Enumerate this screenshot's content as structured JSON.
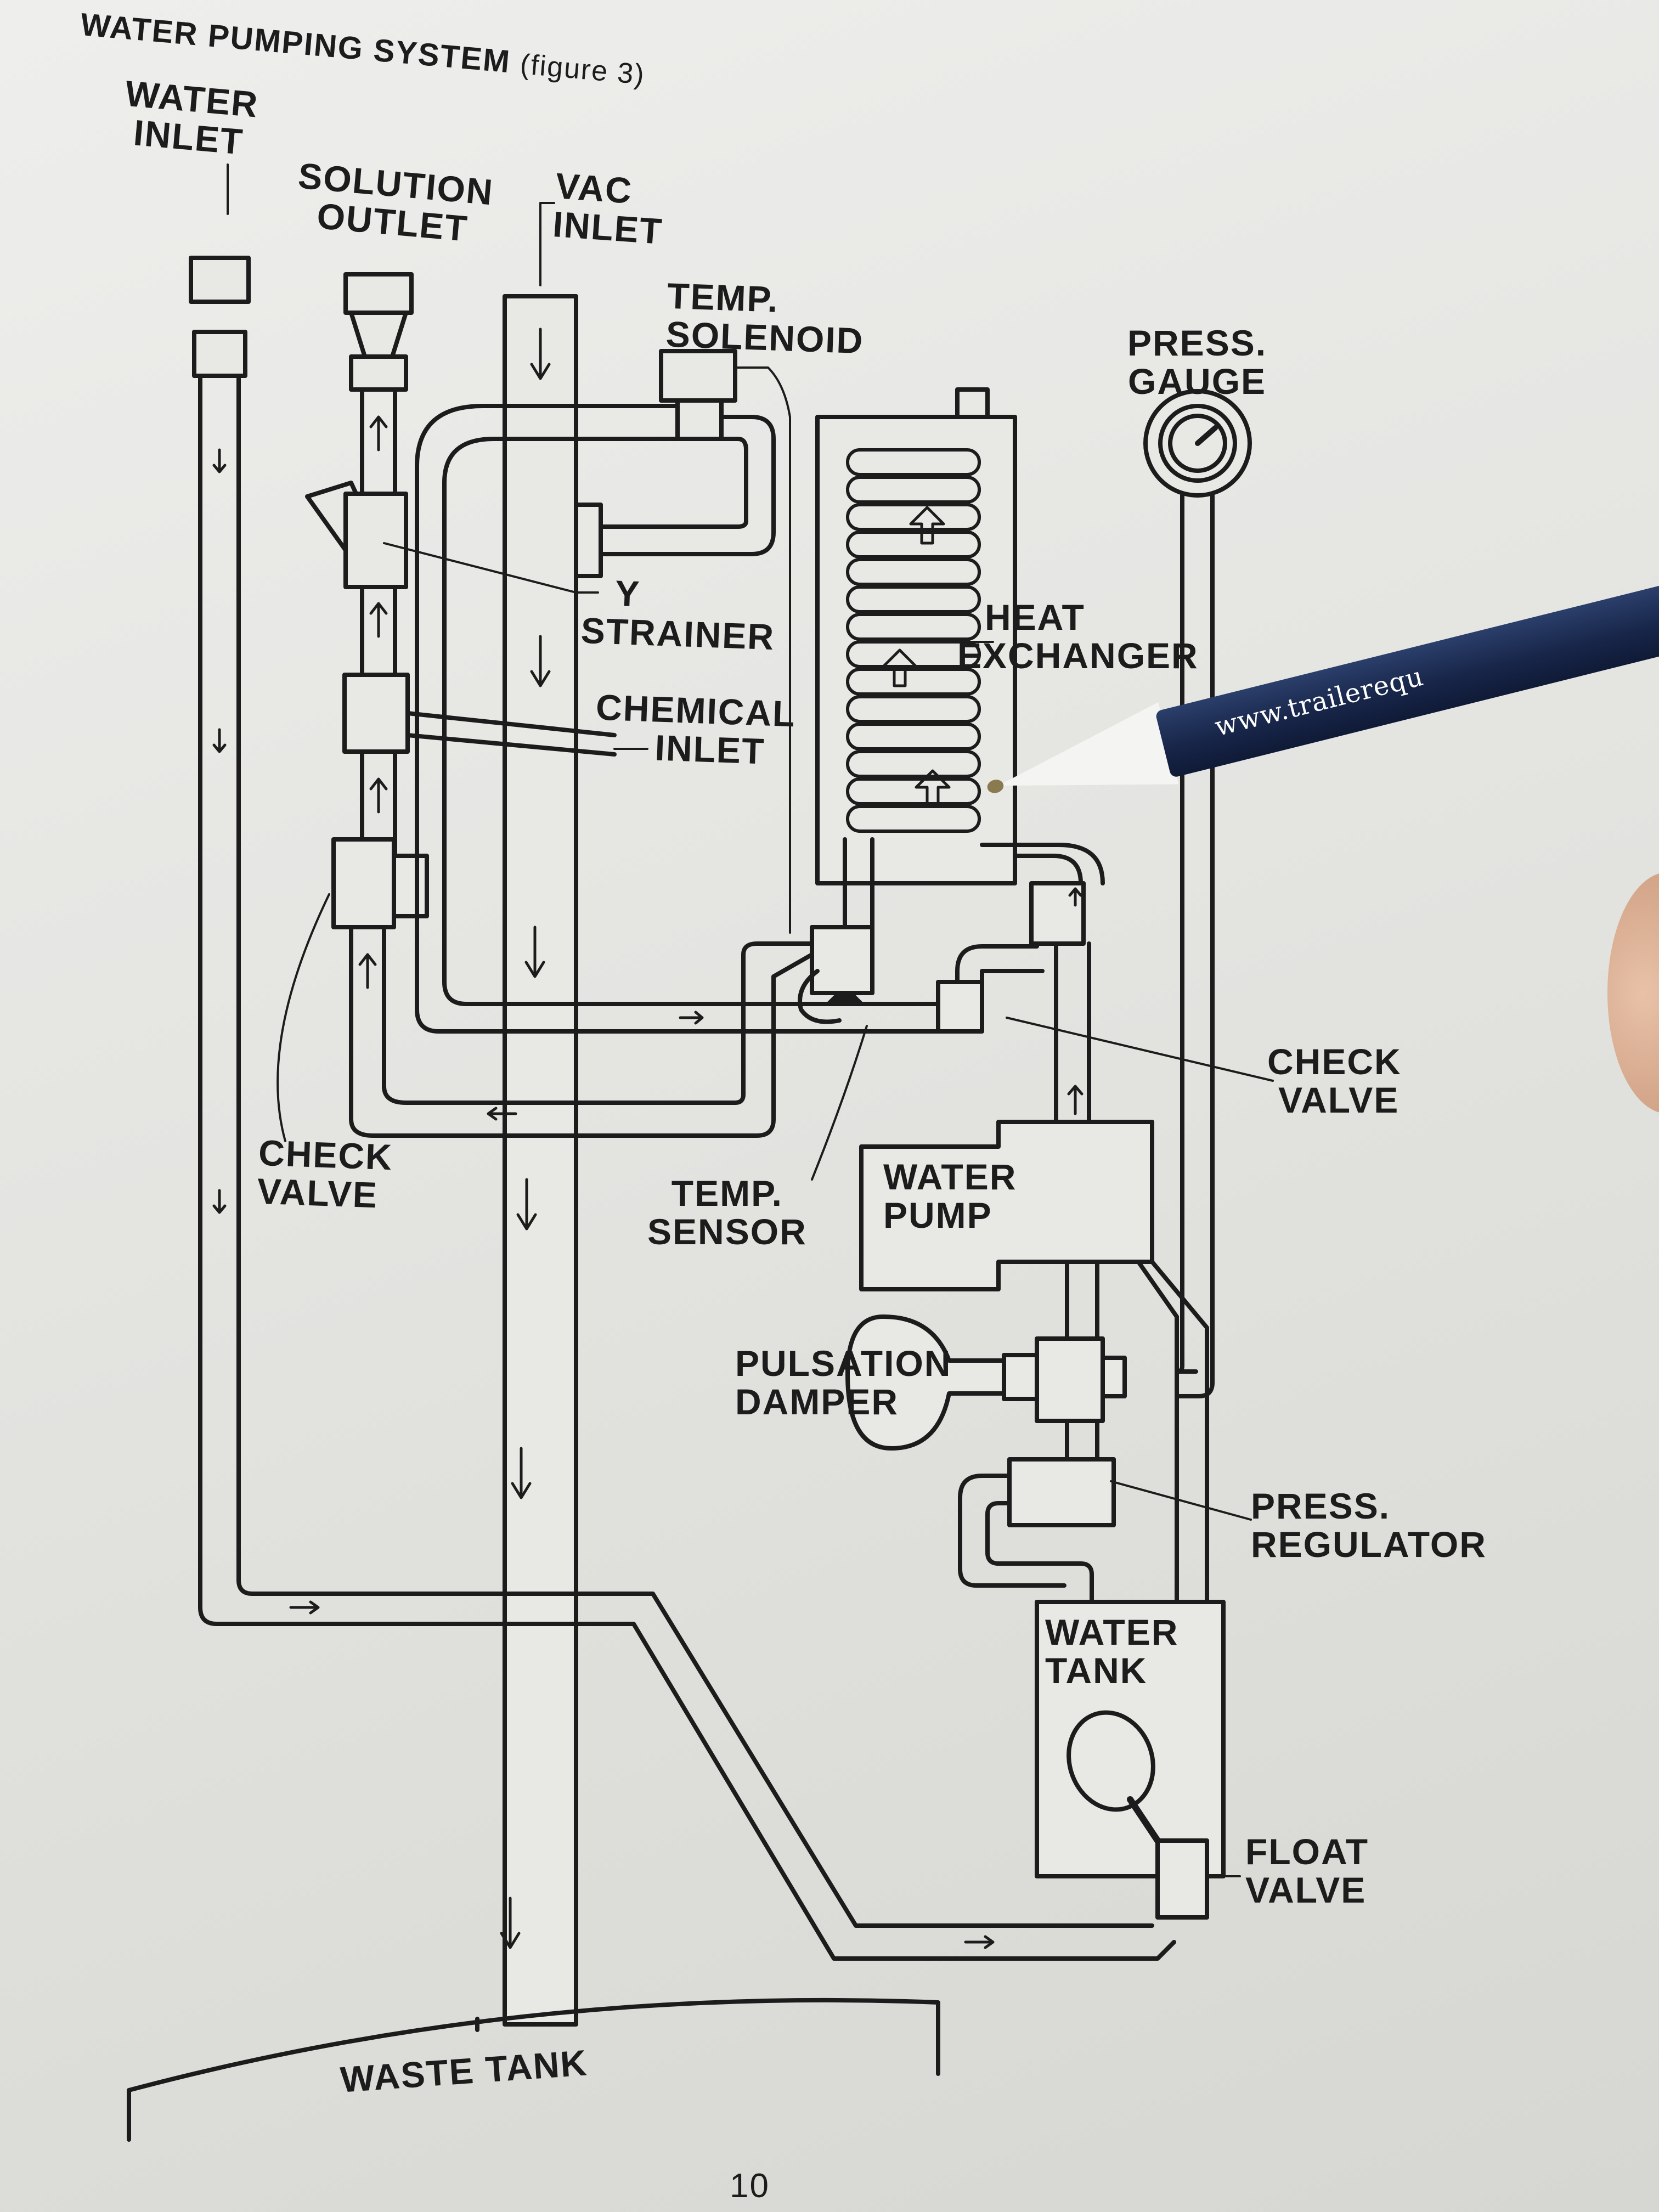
{
  "title": "WATER PUMPING SYSTEM",
  "title_figure": "(figure 3)",
  "page_number": "10",
  "labels": {
    "water_inlet": [
      "WATER",
      "INLET"
    ],
    "solution_outlet": [
      "SOLUTION",
      "OUTLET"
    ],
    "vac_inlet": [
      "VAC",
      "INLET"
    ],
    "temp_solenoid": [
      "TEMP.",
      "SOLENOID"
    ],
    "press_gauge": [
      "PRESS.",
      "GAUGE"
    ],
    "y_strainer": [
      "Y",
      "STRAINER"
    ],
    "heat_exchanger": [
      "HEAT",
      "EXCHANGER"
    ],
    "chemical_inlet": [
      "CHEMICAL",
      "INLET"
    ],
    "check_valve_left": [
      "CHECK",
      "VALVE"
    ],
    "check_valve_right": [
      "CHECK",
      "VALVE"
    ],
    "temp_sensor": [
      "TEMP.",
      "SENSOR"
    ],
    "water_pump": [
      "WATER",
      "PUMP"
    ],
    "pulsation_damper": [
      "PULSATION",
      "DAMPER"
    ],
    "press_regulator": [
      "PRESS.",
      "REGULATOR"
    ],
    "water_tank": [
      "WATER",
      "TANK"
    ],
    "float_valve": [
      "FLOAT",
      "VALVE"
    ],
    "waste_tank": "WASTE TANK"
  },
  "pen_imprint": "www.trailerequ",
  "colors": {
    "ink": "#1c1c1c",
    "paper": "#e6e6e3",
    "pen_body": "#1a2a50"
  }
}
